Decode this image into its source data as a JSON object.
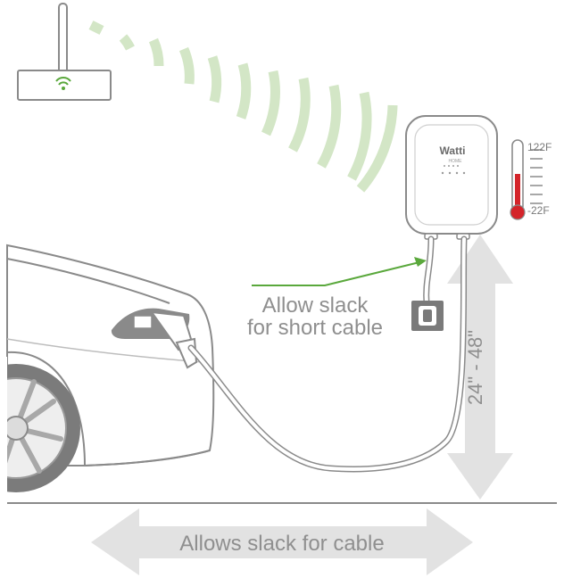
{
  "labels": {
    "slack_short_line1": "Allow slack",
    "slack_short_line2": "for short cable",
    "height_range": "24\" - 48\"",
    "slack_cable": "Allows slack for cable",
    "temp_high": "122F",
    "temp_low": "-22F",
    "charger_brand": "Watti",
    "charger_sub": "HOME"
  },
  "icons": {
    "router": "wifi-router-icon",
    "signal": "wifi-signal-waves",
    "thermometer": "thermometer-icon",
    "charger": "wall-charger",
    "car": "electric-car",
    "plug": "charging-plug",
    "outlet": "wall-outlet"
  },
  "colors": {
    "green_accent": "#5aa83c",
    "signal_green": "#d3e6c6",
    "line_gray": "#8a8a8a",
    "arrow_gray": "#e2e2e2",
    "thermo_red": "#d4242a",
    "text_gray": "#8f8f8f"
  }
}
